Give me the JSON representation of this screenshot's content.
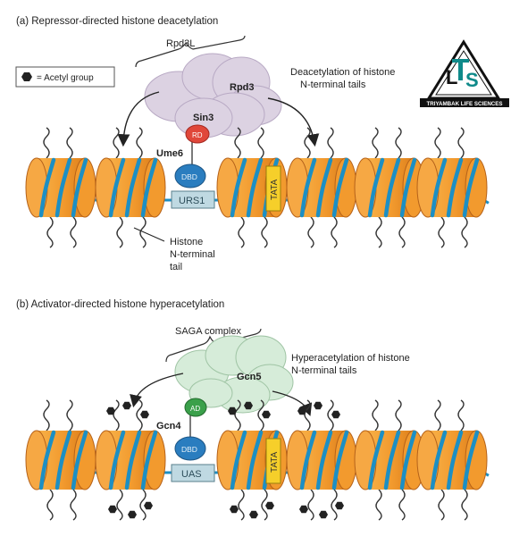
{
  "panel_a": {
    "title": "(a)  Repressor-directed histone deacetylation",
    "complex_label": "Rpd3L",
    "rpd3": "Rpd3",
    "sin3": "Sin3",
    "rd": "RD",
    "ume6": "Ume6",
    "dbd": "DBD",
    "urs1": "URS1",
    "tata": "TATA",
    "desc_line1": "Deacetylation of histone",
    "desc_line2": "N-terminal tails",
    "histone_line1": "Histone",
    "histone_line2": "N-terminal",
    "histone_line3": "tail"
  },
  "legend": {
    "label": "= Acetyl group"
  },
  "logo": {
    "caption": "TRIYAMBAK LIFE SCIENCES"
  },
  "panel_b": {
    "title": "(b)  Activator-directed histone hyperacetylation",
    "complex_label": "SAGA complex",
    "gcn5": "Gcn5",
    "ad": "AD",
    "gcn4": "Gcn4",
    "dbd": "DBD",
    "uas": "UAS",
    "tata": "TATA",
    "desc_line1": "Hyperacetylation of histone",
    "desc_line2": "N-terminal tails"
  },
  "colors": {
    "nucleosome_fill": "#f29a2e",
    "nucleosome_edge": "#b5621a",
    "dna": "#1c8fc4",
    "tata_fill": "#f6cf2a",
    "box_fill": "#bfd9e2",
    "dbd_fill": "#2a7dbf",
    "rd_fill": "#e0473a",
    "ad_fill": "#3aa04a",
    "rpd3l_fill": "#dcd2e2",
    "saga_fill": "#d6ecd9",
    "acetyl": "#222222",
    "logo_teal": "#0f8a8a"
  }
}
